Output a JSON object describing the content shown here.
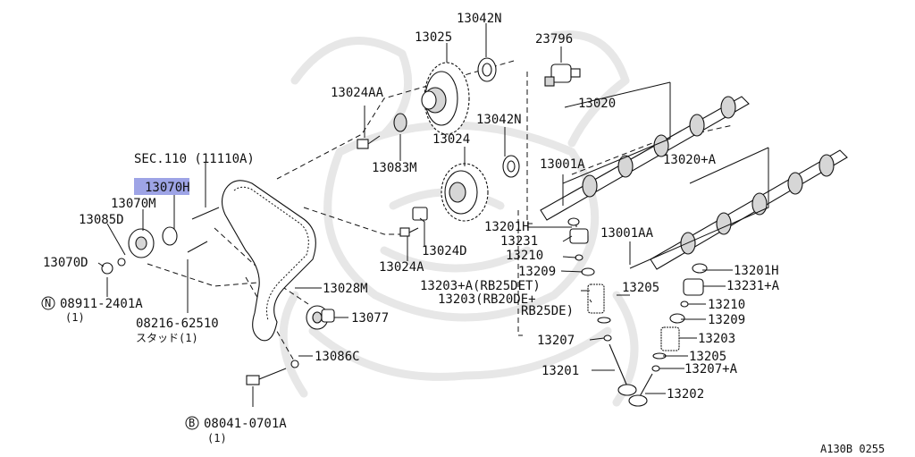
{
  "diagram": {
    "labels": {
      "p13042N_top": "13042N",
      "p13025": "13025",
      "p23796": "23796",
      "p13024AA": "13024AA",
      "p13042N_mid": "13042N",
      "p13020": "13020",
      "p13024": "13024",
      "p13083M": "13083M",
      "p13001A": "13001A",
      "p13020A": "13020+A",
      "pSEC110": "SEC.110 (11110A)",
      "p13070H": "13070H",
      "p13070M": "13070M",
      "p13085D": "13085D",
      "p13201H_mid": "13201H",
      "p13001AA": "13001AA",
      "p13231": "13231",
      "p13024D": "13024D",
      "p13070D": "13070D",
      "p13210_mid": "13210",
      "p13024A": "13024A",
      "p13209_mid": "13209",
      "p13201H_r": "13201H",
      "p13231A_r": "13231+A",
      "p13203A": "13203+A(RB25DET)",
      "p13205_mid": "13205",
      "p13028M": "13028M",
      "p13203": "13203(RB20DE+",
      "p13203b": "RB25DE)",
      "p08911": "08911-2401A",
      "p08911q": "(1)",
      "p13210_r": "13210",
      "p13209_r": "13209",
      "p13077": "13077",
      "p08216": "08216-62510",
      "p08216q": "スタッド(1)",
      "p13207_mid": "13207",
      "p13203_r": "13203",
      "p13205_r": "13205",
      "p13086C": "13086C",
      "p13201": "13201",
      "p13207A_r": "13207+A",
      "p13202": "13202",
      "p08041": "08041-0701A",
      "p08041q": "(1)",
      "ref": "A130B 0255"
    },
    "symbols": {
      "n_mark": "N",
      "b_mark": "B"
    },
    "colors": {
      "highlight": "#9ea4e6",
      "ink": "#111111",
      "watermark": "#e7e7e7"
    }
  }
}
